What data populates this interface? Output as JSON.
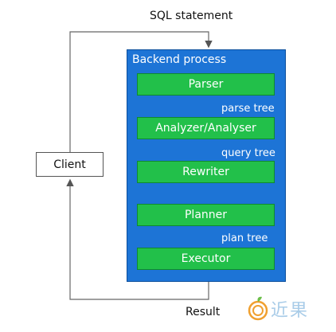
{
  "top_label": "SQL statement",
  "result_label": "Result",
  "client_label": "Client",
  "backend": {
    "title": "Backend process",
    "stages": [
      "Parser",
      "Analyzer/Analyser",
      "Rewriter",
      "Planner",
      "Executor"
    ],
    "flows": [
      "parse tree",
      "query tree",
      "plan tree"
    ]
  },
  "watermark_text": "近果",
  "colors": {
    "backend_fill": "#1d74d6",
    "stage_fill": "#22c04a",
    "line": "#666666",
    "watermark": "#a9cce8"
  }
}
